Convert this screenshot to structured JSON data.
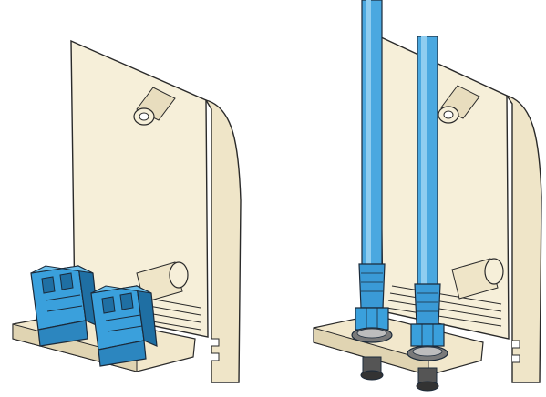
{
  "illustration": {
    "panels": [
      {
        "variant": "with-duplex-connectors",
        "connector_count": 2
      },
      {
        "variant": "with-blue-cables",
        "cable_count": 2
      }
    ]
  },
  "colors": {
    "plate_fill": "#f6efd9",
    "plate_shade": "#e6dcc0",
    "outline": "#2a2a2a",
    "connector_blue": "#3aa0dc",
    "connector_dark": "#1f6fa3",
    "cable_blue": "#4aa8e0",
    "cable_light": "#8fcdf0",
    "metal_gray": "#9a9a9a",
    "metal_dark": "#555555"
  }
}
